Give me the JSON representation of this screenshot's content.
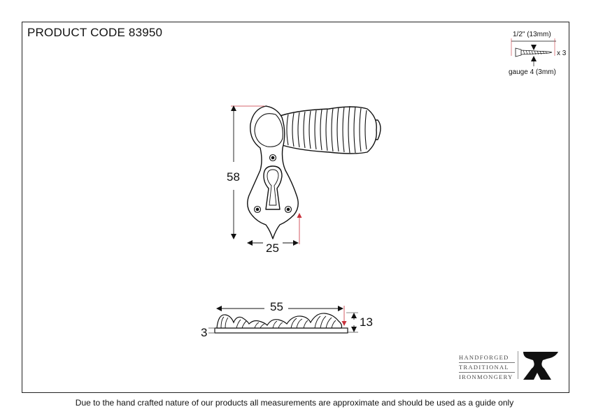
{
  "header": {
    "product_code": "PRODUCT CODE 83950"
  },
  "screw": {
    "length_label": "1/2\" (13mm)",
    "quantity_label": "x 3",
    "gauge_label": "gauge 4 (3mm)"
  },
  "dimensions": {
    "height": "58",
    "width": "25",
    "length": "55",
    "depth": "13",
    "thickness": "3"
  },
  "brand": {
    "line1": "HANDFORGED",
    "line2": "TRADITIONAL",
    "line3": "IRONMONGERY"
  },
  "footer": {
    "disclaimer": "Due to the hand crafted nature of our products all measurements are approximate and should be used as a guide only"
  },
  "colors": {
    "line": "#111111",
    "dimension_accent": "#c8313b"
  }
}
